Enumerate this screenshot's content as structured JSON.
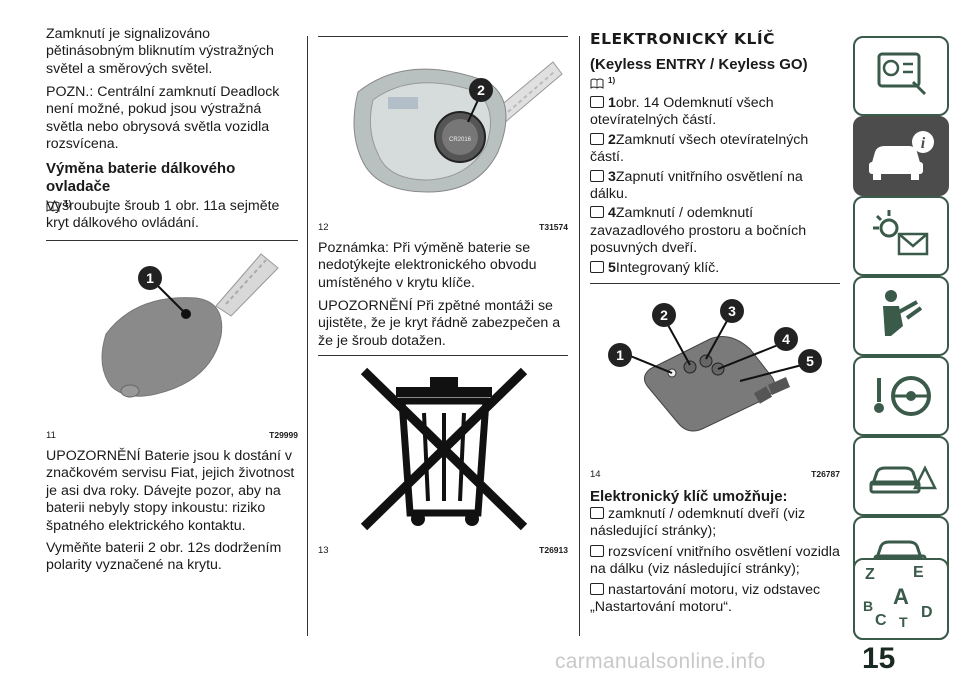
{
  "col1": {
    "p1": "Zamknutí je signalizováno pětinásobným bliknutím výstražných světel a směrových světel.",
    "p2": "POZN.: Centrální zamknutí Deadlock není možné, pokud jsou výstražná světla nebo obrysová světla vozidla rozsvícena.",
    "heading": "Výměna baterie dálkového ovladače",
    "heading_ref": "1)",
    "p3": "Vyšroubujte šroub 1 obr. 11a sejměte kryt dálkového ovládání.",
    "fig11": {
      "num": "11",
      "code": "T29999",
      "callout": "1"
    },
    "p4": "UPOZORNĚNÍ Baterie jsou k dostání v značkovém servisu Fiat, jejich životnost je asi dva roky. Dávejte pozor, aby na baterii nebyly stopy inkoustu: riziko špatného elektrického kontaktu.",
    "p5": "Vyměňte baterii 2 obr. 12s dodržením polarity vyznačené na krytu."
  },
  "col2": {
    "fig12": {
      "num": "12",
      "code": "T31574",
      "callout": "2"
    },
    "p1": "Poznámka: Při výměně baterie se nedotýkejte elektronického obvodu umístěného v krytu klíče.",
    "p2": "UPOZORNĚNÍ Při zpětné montáži se ujistěte, že je kryt řádně zabezpečen a že je šroub dotažen.",
    "fig13": {
      "num": "13",
      "code": "T26913"
    }
  },
  "col3": {
    "title": "ELEKTRONICKÝ KLÍČ",
    "subtitle": "(Keyless ENTRY / Keyless GO)",
    "subtitle_ref": "1)",
    "items": [
      {
        "num": "1",
        "text": "obr. 14 Odemknutí všech otevíratelných částí."
      },
      {
        "num": "2",
        "text": "Zamknutí všech otevíratelných částí."
      },
      {
        "num": "3",
        "text": "Zapnutí vnitřního osvětlení na dálku."
      },
      {
        "num": "4",
        "text": "Zamknutí / odemknutí zavazadlového prostoru a bočních posuvných dveří."
      },
      {
        "num": "5",
        "text": "Integrovaný klíč."
      }
    ],
    "fig14": {
      "num": "14",
      "code": "T26787",
      "callouts": [
        "1",
        "2",
        "3",
        "4",
        "5"
      ]
    },
    "heading2": "Elektronický klíč umožňuje:",
    "features": [
      "zamknutí / odemknutí dveří (viz následující stránky);",
      "rozsvícení vnitřního osvětlení vozidla na dálku (viz následující stránky);",
      "nastartování motoru, viz odstavec „Nastartování motoru“."
    ]
  },
  "sidebar": {
    "tabs": [
      "dashboard-icon",
      "car-info-icon",
      "warning-lights-icon",
      "safety-airbag-icon",
      "steering-icon",
      "car-breakdown-icon",
      "car-service-icon",
      "specs-icon",
      "index-icon"
    ],
    "active_tab": 1,
    "index_letters": [
      "Z",
      "E",
      "A",
      "B",
      "C",
      "T",
      "D"
    ]
  },
  "page_number": "15",
  "watermark": "carmanualsonline.info"
}
